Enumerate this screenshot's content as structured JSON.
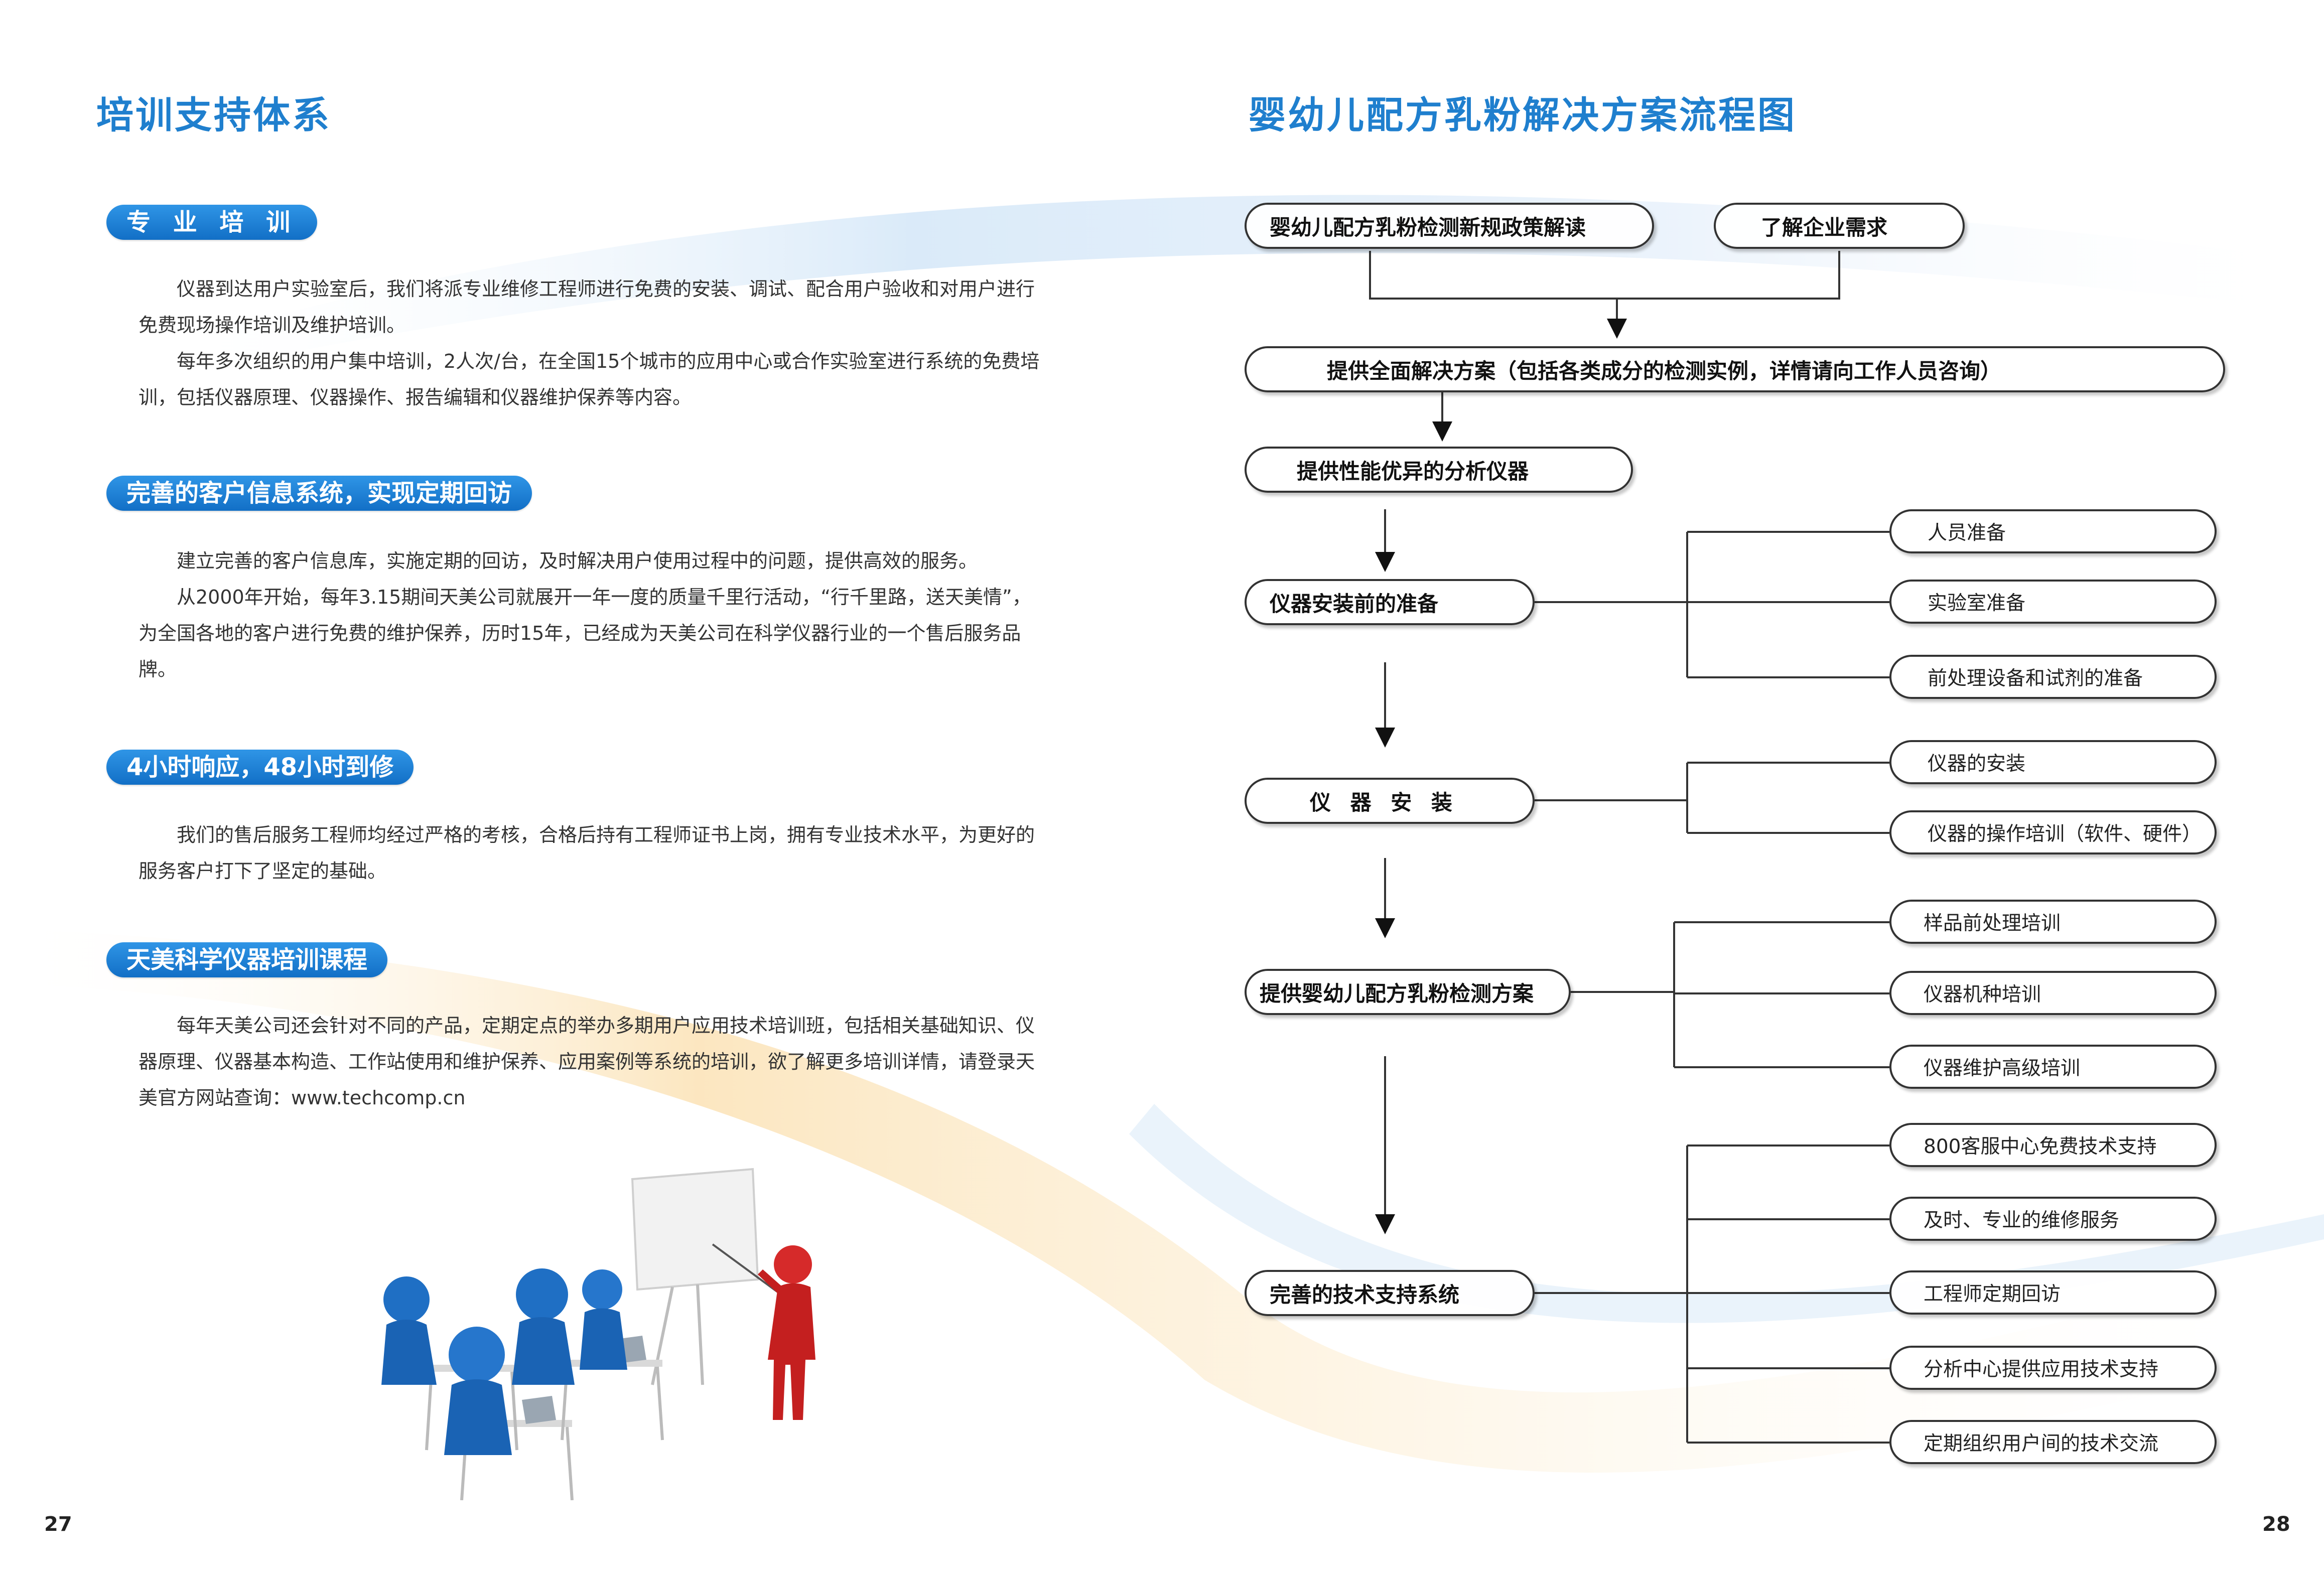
{
  "left_page": {
    "title": "培训支持体系",
    "sections": [
      {
        "heading": "专 业 培 训",
        "paragraphs": [
          "仪器到达用户实验室后，我们将派专业维修工程师进行免费的安装、调试、配合用户验收和对用户进行免费现场操作培训及维护培训。",
          "每年多次组织的用户集中培训，2人次/台，在全国15个城市的应用中心或合作实验室进行系统的免费培训，包括仪器原理、仪器操作、报告编辑和仪器维护保养等内容。"
        ]
      },
      {
        "heading": "完善的客户信息系统，实现定期回访",
        "paragraphs": [
          "建立完善的客户信息库，实施定期的回访，及时解决用户使用过程中的问题，提供高效的服务。",
          "从2000年开始，每年3.15期间天美公司就展开一年一度的质量千里行活动，“行千里路，送天美情”，为全国各地的客户进行免费的维护保养，历时15年，已经成为天美公司在科学仪器行业的一个售后服务品牌。"
        ]
      },
      {
        "heading": "4小时响应，48小时到修",
        "paragraphs": [
          "我们的售后服务工程师均经过严格的考核，合格后持有工程师证书上岗，拥有专业技术水平，为更好的服务客户打下了坚定的基础。"
        ]
      },
      {
        "heading": "天美科学仪器培训课程",
        "paragraphs": [
          "每年天美公司还会针对不同的产品，定期定点的举办多期用户应用技术培训班，包括相关基础知识、仪器原理、仪器基本构造、工作站使用和维护保养、应用案例等系统的培训，欲了解更多培训详情，请登录天美官方网站查询：www.techcomp.cn"
        ]
      }
    ],
    "page_number": "27"
  },
  "right_page": {
    "title": "婴幼儿配方乳粉解决方案流程图",
    "flow": {
      "top_left": "婴幼儿配方乳粉检测新规政策解读",
      "top_right": "了解企业需求",
      "solution": "提供全面解决方案（包括各类成分的检测实例，详情请向工作人员咨询）",
      "instrument": "提供性能优异的分析仪器",
      "steps": [
        {
          "label": "仪器安装前的准备",
          "subs": [
            "人员准备",
            "实验室准备",
            "前处理设备和试剂的准备"
          ]
        },
        {
          "label": "仪 器 安 装",
          "subs": [
            "仪器的安装",
            "仪器的操作培训（软件、硬件）"
          ]
        },
        {
          "label": "提供婴幼儿配方乳粉检测方案",
          "subs": [
            "样品前处理培训",
            "仪器机种培训",
            "仪器维护高级培训"
          ]
        },
        {
          "label": "完善的技术支持系统",
          "subs": [
            "800客服中心免费技术支持",
            "及时、专业的维修服务",
            "工程师定期回访",
            "分析中心提供应用技术支持",
            "定期组织用户间的技术交流"
          ]
        }
      ]
    },
    "page_number": "28"
  },
  "colors": {
    "title_blue": "#1f7fce",
    "pill_blue": "#1a7fd6",
    "figure_blue": "#1f6fc4",
    "figure_red": "#d62a2a",
    "line": "#333333"
  }
}
